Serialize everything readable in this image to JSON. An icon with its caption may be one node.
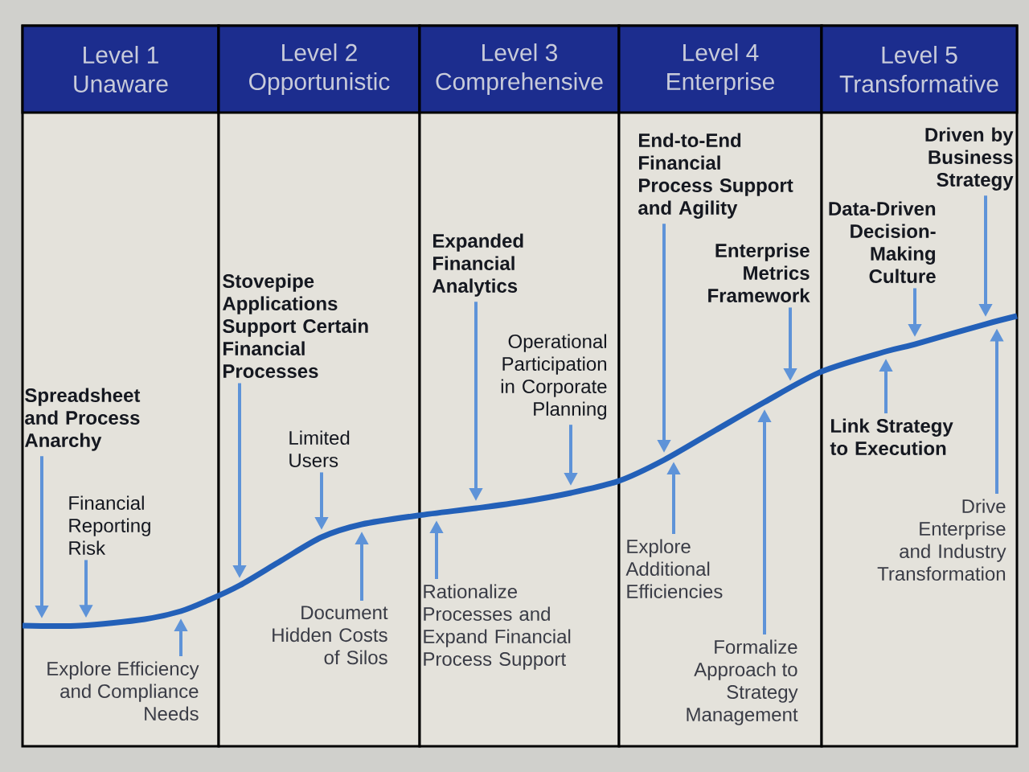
{
  "diagram": {
    "nodes": [
      {
        "text": [
          "Level 1",
          "Unaware"
        ]
      },
      {
        "text": [
          "Level 2",
          "Opportunistic"
        ]
      },
      {
        "text": [
          "Level 3",
          "Comprehensive"
        ]
      },
      {
        "text": [
          "Level 4",
          "Enterprise"
        ]
      },
      {
        "text": [
          "Level 5",
          "Transformative"
        ]
      },
      {
        "text": [
          "Spreadsheet and Process Anarchy"
        ],
        "in": 0
      },
      {
        "text": [
          "Financial Reporting Risk"
        ],
        "in": 0
      },
      {
        "text": [
          "Explore Efficiency and Compliance Needs"
        ],
        "in": 0
      },
      {
        "text": [
          "Stovepipe Applications Support Certain Financial Processes"
        ],
        "in": 1
      },
      {
        "text": [
          "Limited Users"
        ],
        "in": 1
      },
      {
        "text": [
          "Document Hidden Costs of Silos"
        ],
        "in": 1
      },
      {
        "text": [
          "Expanded Financial Analytics"
        ],
        "in": 2
      },
      {
        "text": [
          "Operational Participation in Corporate Planning"
        ],
        "in": 2
      },
      {
        "text": [
          "Rationalize Processes and Expand Financial Process Support"
        ],
        "in": 2
      },
      {
        "text": [
          "End-to-End Financial Process Support and Agility"
        ],
        "in": 3
      },
      {
        "text": [
          "Enterprise Metrics Framework"
        ],
        "in": 3
      },
      {
        "text": [
          "Explore Additional Efficiencies"
        ],
        "in": 3
      },
      {
        "text": [
          "Formalize Approach to Strategy Management"
        ],
        "in": 3
      },
      {
        "text": [
          "Driven by Business Strategy"
        ],
        "in": 4
      },
      {
        "text": [
          "Data-Driven Decision-Making Culture"
        ],
        "in": 4
      },
      {
        "text": [
          "Link Strategy to Execution"
        ],
        "in": 4
      },
      {
        "text": [
          "Drive Enterprise and Industry Transformation"
        ],
        "in": 4
      }
    ],
    "edges": [
      {
        "from": 5,
        "to": null,
        "arrow": "to"
      },
      {
        "from": 6,
        "to": null,
        "arrow": "to"
      },
      {
        "from": 7,
        "to": null,
        "arrow": "to"
      },
      {
        "from": 8,
        "to": null,
        "arrow": "to"
      },
      {
        "from": 9,
        "to": null,
        "arrow": "to"
      },
      {
        "from": 10,
        "to": null,
        "arrow": "to"
      },
      {
        "from": 11,
        "to": null,
        "arrow": "to"
      },
      {
        "from": 12,
        "to": null,
        "arrow": "to"
      },
      {
        "from": 13,
        "to": null,
        "arrow": "to"
      },
      {
        "from": 14,
        "to": null,
        "arrow": "to"
      },
      {
        "from": 15,
        "to": null,
        "arrow": "to"
      },
      {
        "from": 16,
        "to": null,
        "arrow": "to"
      },
      {
        "from": 17,
        "to": null,
        "arrow": "to"
      },
      {
        "from": 18,
        "to": null,
        "arrow": "to"
      },
      {
        "from": 19,
        "to": null,
        "arrow": "to"
      },
      {
        "from": 20,
        "to": null,
        "arrow": "to"
      },
      {
        "from": 21,
        "to": null,
        "arrow": "to"
      }
    ]
  }
}
